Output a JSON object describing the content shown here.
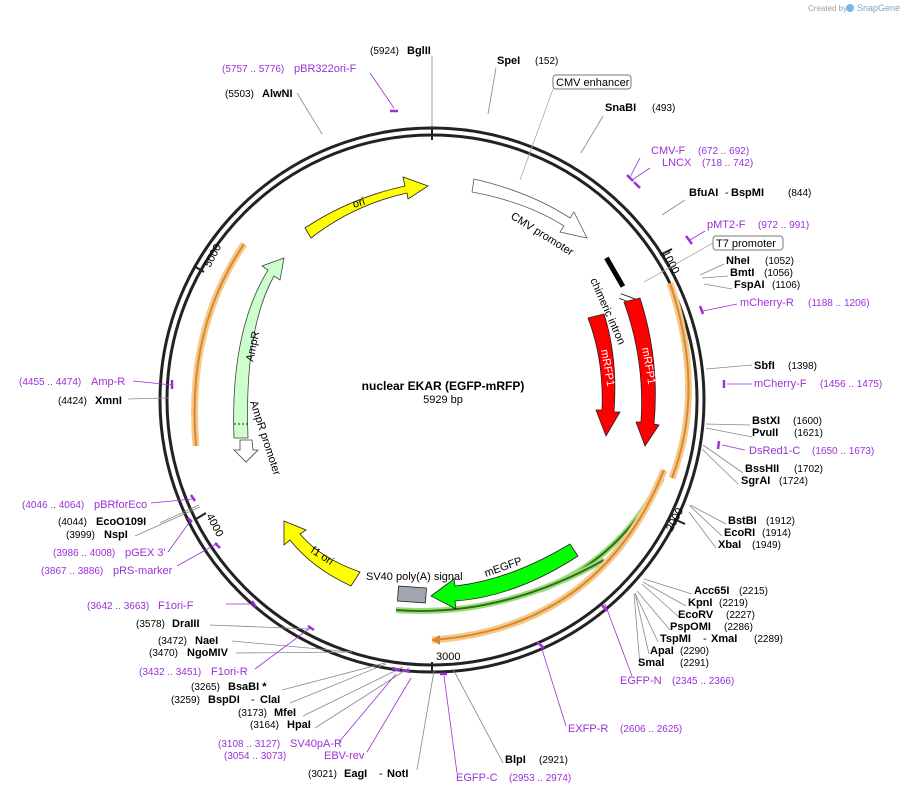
{
  "header": {
    "created_by": "Created by",
    "brand": "SnapGene"
  },
  "center": {
    "name": "nuclear EKAR (EGFP-mRFP)",
    "size": "5929 bp"
  },
  "ticks": {
    "t1000": "1000",
    "t2000": "2000",
    "t3000": "3000",
    "t4000": "4000",
    "t5000": "5000"
  },
  "features": {
    "cmv_enhancer": "CMV enhancer",
    "cmv_promoter": "CMV promoter",
    "t7_promoter": "T7 promoter",
    "chimeric_intron": "chimeric intron",
    "mrfp1_a": "mRFP1",
    "mrfp1_b": "mRFP1",
    "megfp": "mEGFP",
    "sv40_polya": "SV40 poly(A) signal",
    "f1_ori": "f1 ori",
    "ampr": "AmpR",
    "ampr_promoter": "AmpR promoter",
    "ori": "ori"
  },
  "enzymes": {
    "bglii": {
      "name": "BglII",
      "pos": "(5924)"
    },
    "spei": {
      "name": "SpeI",
      "pos": "(152)"
    },
    "snabi": {
      "name": "SnaBI",
      "pos": "(493)"
    },
    "bfuai": {
      "name": "BfuAI",
      "name2": "BspMI",
      "pos": "(844)"
    },
    "nhei": {
      "name": "NheI",
      "pos": "(1052)"
    },
    "bmti": {
      "name": "BmtI",
      "pos": "(1056)"
    },
    "fspai": {
      "name": "FspAI",
      "pos": "(1106)"
    },
    "sbfi": {
      "name": "SbfI",
      "pos": "(1398)"
    },
    "bstxi": {
      "name": "BstXI",
      "pos": "(1600)"
    },
    "pvuii": {
      "name": "PvuII",
      "pos": "(1621)"
    },
    "bsshii": {
      "name": "BssHII",
      "pos": "(1702)"
    },
    "sgrai": {
      "name": "SgrAI",
      "pos": "(1724)"
    },
    "bstbi": {
      "name": "BstBI",
      "pos": "(1912)"
    },
    "ecori": {
      "name": "EcoRI",
      "pos": "(1914)"
    },
    "xbai": {
      "name": "XbaI",
      "pos": "(1949)"
    },
    "acc65i": {
      "name": "Acc65I",
      "pos": "(2215)"
    },
    "kpni": {
      "name": "KpnI",
      "pos": "(2219)"
    },
    "ecorv": {
      "name": "EcoRV",
      "pos": "(2227)"
    },
    "psp": {
      "name": "PspOMI",
      "pos": "(2286)"
    },
    "tspmi": {
      "name": "TspMI",
      "name2": "XmaI",
      "pos": "(2289)"
    },
    "apai": {
      "name": "ApaI",
      "pos": "(2290)"
    },
    "smai": {
      "name": "SmaI",
      "pos": "(2291)"
    },
    "blpi": {
      "name": "BlpI",
      "pos": "(2921)"
    },
    "eagi": {
      "name": "EagI",
      "name2": "NotI",
      "pos": "(3021)"
    },
    "hpai": {
      "name": "HpaI",
      "pos": "(3164)"
    },
    "mfei": {
      "name": "MfeI",
      "pos": "(3173)"
    },
    "bspdi": {
      "name": "BspDI",
      "name2": "ClaI",
      "pos": "(3259)"
    },
    "bsabi": {
      "name": "BsaBI *",
      "pos": "(3265)"
    },
    "ngomiv": {
      "name": "NgoMIV",
      "pos": "(3470)"
    },
    "naei": {
      "name": "NaeI",
      "pos": "(3472)"
    },
    "draiii": {
      "name": "DraIII",
      "pos": "(3578)"
    },
    "nspi": {
      "name": "NspI",
      "pos": "(3999)"
    },
    "eco0109i": {
      "name": "EcoO109I",
      "pos": "(4044)"
    },
    "xmni": {
      "name": "XmnI",
      "pos": "(4424)"
    },
    "alwni": {
      "name": "AlwNI",
      "pos": "(5503)"
    }
  },
  "primers": {
    "pbr322": {
      "name": "pBR322ori-F",
      "pos": "(5757 .. 5776)"
    },
    "cmvf": {
      "name": "CMV-F",
      "pos": "(672 .. 692)"
    },
    "lncx": {
      "name": "LNCX",
      "pos": "(718 .. 742)"
    },
    "pmt2f": {
      "name": "pMT2-F",
      "pos": "(972 .. 991)"
    },
    "mcherryr": {
      "name": "mCherry-R",
      "pos": "(1188 .. 1206)"
    },
    "mcherryf": {
      "name": "mCherry-F",
      "pos": "(1456 .. 1475)"
    },
    "dsred1c": {
      "name": "DsRed1-C",
      "pos": "(1650 .. 1673)"
    },
    "egfpn": {
      "name": "EGFP-N",
      "pos": "(2345 .. 2366)"
    },
    "exfpr": {
      "name": "EXFP-R",
      "pos": "(2606 .. 2625)"
    },
    "egfpc": {
      "name": "EGFP-C",
      "pos": "(2953 .. 2974)"
    },
    "ebvrev": {
      "name": "EBV-rev",
      "pos": "(3054 .. 3073)"
    },
    "sv40par": {
      "name": "SV40pA-R",
      "pos": "(3108 .. 3127)"
    },
    "f1orir": {
      "name": "F1ori-R",
      "pos": "(3432 .. 3451)"
    },
    "f1orif": {
      "name": "F1ori-F",
      "pos": "(3642 .. 3663)"
    },
    "prs": {
      "name": "pRS-marker",
      "pos": "(3867 .. 3886)"
    },
    "pgex": {
      "name": "pGEX 3'",
      "pos": "(3986 .. 4008)"
    },
    "pbrfor": {
      "name": "pBRforEco",
      "pos": "(4046 .. 4064)"
    },
    "ampr": {
      "name": "Amp-R",
      "pos": "(4455 .. 4474)"
    }
  },
  "colors": {
    "enzyme_label": "#000000",
    "primer": "#9b30d8",
    "ori": "#ffff00",
    "cmv_promoter": "#ffffff",
    "mrfp1": "#ff0000",
    "megfp": "#00ff00",
    "f1_ori": "#ffff00",
    "ampr": "#ccffcc",
    "orf_glow": "#f5c98a",
    "orf_line": "#d9882e",
    "sv40": "#a0a7b0"
  }
}
